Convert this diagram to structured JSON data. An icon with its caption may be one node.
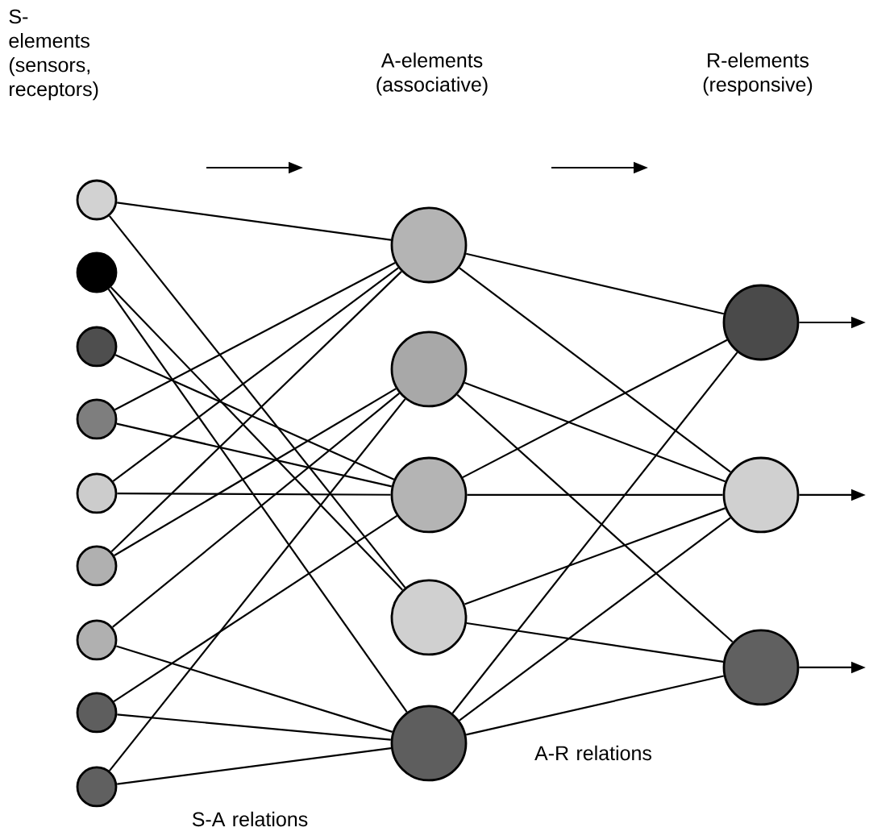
{
  "diagram": {
    "nodes": [
      {
        "text": [],
        "shape": "circle"
      },
      {
        "text": [],
        "shape": "circle"
      },
      {
        "text": [],
        "shape": "circle"
      },
      {
        "text": [],
        "shape": "circle"
      },
      {
        "text": [],
        "shape": "circle"
      },
      {
        "text": [],
        "shape": "circle"
      },
      {
        "text": [],
        "shape": "circle"
      },
      {
        "text": [],
        "shape": "circle"
      },
      {
        "text": [],
        "shape": "circle"
      },
      {
        "text": [],
        "shape": "circle"
      },
      {
        "text": [],
        "shape": "circle"
      },
      {
        "text": [],
        "shape": "circle"
      },
      {
        "text": [],
        "shape": "circle"
      },
      {
        "text": [],
        "shape": "circle"
      },
      {
        "text": [],
        "shape": "circle"
      },
      {
        "text": [],
        "shape": "circle"
      },
      {
        "text": [],
        "shape": "circle"
      }
    ],
    "edges": [
      {
        "from": 0,
        "to": 9,
        "arrow": "none"
      },
      {
        "from": 0,
        "to": 12,
        "arrow": "none"
      },
      {
        "from": 1,
        "to": 12,
        "arrow": "none"
      },
      {
        "from": 1,
        "to": 13,
        "arrow": "none"
      },
      {
        "from": 2,
        "to": 11,
        "arrow": "none"
      },
      {
        "from": 3,
        "to": 9,
        "arrow": "none"
      },
      {
        "from": 3,
        "to": 11,
        "arrow": "none"
      },
      {
        "from": 4,
        "to": 9,
        "arrow": "none"
      },
      {
        "from": 4,
        "to": 11,
        "arrow": "none"
      },
      {
        "from": 5,
        "to": 9,
        "arrow": "none"
      },
      {
        "from": 5,
        "to": 10,
        "arrow": "none"
      },
      {
        "from": 6,
        "to": 10,
        "arrow": "none"
      },
      {
        "from": 6,
        "to": 13,
        "arrow": "none"
      },
      {
        "from": 7,
        "to": 11,
        "arrow": "none"
      },
      {
        "from": 7,
        "to": 13,
        "arrow": "none"
      },
      {
        "from": 8,
        "to": 10,
        "arrow": "none"
      },
      {
        "from": 8,
        "to": 13,
        "arrow": "none"
      },
      {
        "from": 9,
        "to": 14,
        "arrow": "none"
      },
      {
        "from": 9,
        "to": 15,
        "arrow": "none"
      },
      {
        "from": 10,
        "to": 15,
        "arrow": "none"
      },
      {
        "from": 10,
        "to": 16,
        "arrow": "none"
      },
      {
        "from": 11,
        "to": 14,
        "arrow": "none"
      },
      {
        "from": 11,
        "to": 15,
        "arrow": "none"
      },
      {
        "from": 12,
        "to": 15,
        "arrow": "none"
      },
      {
        "from": 12,
        "to": 16,
        "arrow": "none"
      },
      {
        "from": 13,
        "to": 14,
        "arrow": "none"
      },
      {
        "from": 13,
        "to": 15,
        "arrow": "none"
      },
      {
        "from": 13,
        "to": 16,
        "arrow": "none"
      },
      {
        "from": 14,
        "to": null,
        "arrow": "to"
      },
      {
        "from": 15,
        "to": null,
        "arrow": "to"
      },
      {
        "from": 16,
        "to": null,
        "arrow": "to"
      }
    ],
    "labels": [
      "S-elements (sensors, receptors)",
      "A-elements (associative)",
      "R-elements (responsive)",
      "A-R relations",
      "S-A relations"
    ]
  }
}
